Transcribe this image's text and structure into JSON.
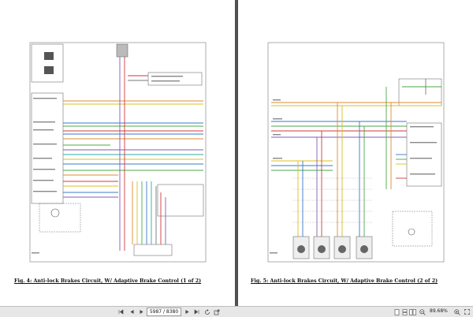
{
  "pages": [
    {
      "caption": "Fig. 4: Anti-lock Brakes Circuit, W/ Adaptive Brake Control (1 of 2)"
    },
    {
      "caption": "Fig. 5: Anti-lock Brakes Circuit, W/ Adaptive Brake Control (2 of 2)"
    }
  ],
  "toolbar": {
    "page_indicator": "5987 / 8380",
    "zoom": "89.68%"
  },
  "colors": {
    "wire_blue": "#3a78c8",
    "wire_green": "#4aa84a",
    "wire_yellow": "#d8c020",
    "wire_orange": "#e08a30",
    "wire_red": "#d03a3a",
    "wire_violet": "#8a5ab0",
    "wire_teal": "#30a8a8"
  }
}
